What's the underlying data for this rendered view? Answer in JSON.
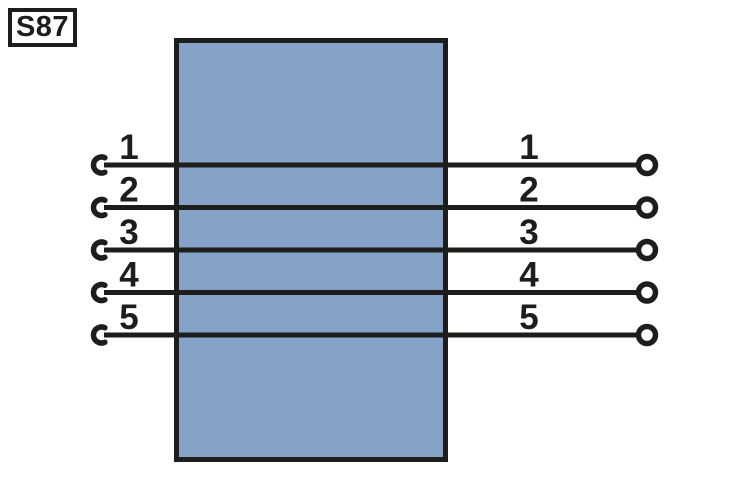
{
  "diagram": {
    "component_label": "S87",
    "colors": {
      "stroke": "#1d1d1b",
      "body_fill": "#85a2c8",
      "background": "#ffffff"
    },
    "wires": [
      {
        "left_label": "1",
        "right_label": "1"
      },
      {
        "left_label": "2",
        "right_label": "2"
      },
      {
        "left_label": "3",
        "right_label": "3"
      },
      {
        "left_label": "4",
        "right_label": "4"
      },
      {
        "left_label": "5",
        "right_label": "5"
      }
    ]
  }
}
